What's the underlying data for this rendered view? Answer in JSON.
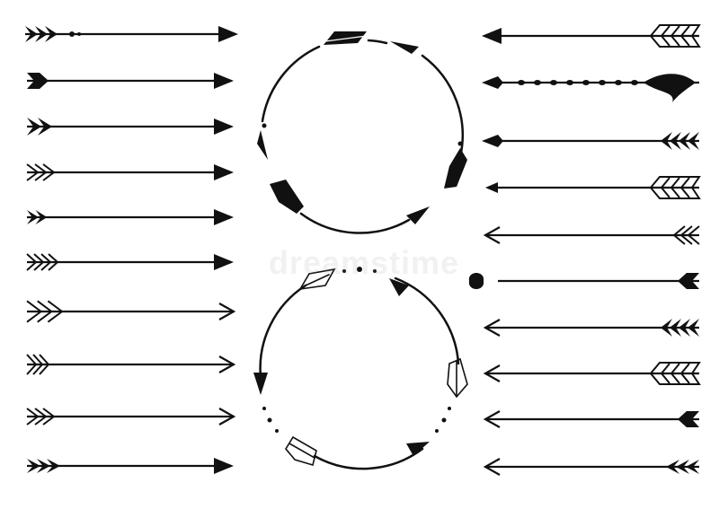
{
  "watermark": {
    "text": "dreamstime"
  },
  "colors": {
    "ink": "#111111",
    "background": "#ffffff"
  },
  "left_column": {
    "arrows": [
      {
        "name": "feathered-arrow-1",
        "head": "solid",
        "tail": "feather-dots"
      },
      {
        "name": "feathered-arrow-2",
        "head": "solid",
        "tail": "solid-notch"
      },
      {
        "name": "feathered-arrow-3",
        "head": "solid",
        "tail": "double-solid"
      },
      {
        "name": "feathered-arrow-4",
        "head": "solid",
        "tail": "triple-outline"
      },
      {
        "name": "feathered-arrow-5",
        "head": "solid",
        "tail": "double-solid-small"
      },
      {
        "name": "feathered-arrow-6",
        "head": "solid",
        "tail": "quad-chevron"
      },
      {
        "name": "feathered-arrow-7",
        "head": "open",
        "tail": "triple-outline-large"
      },
      {
        "name": "feathered-arrow-8",
        "head": "open",
        "tail": "triple-line"
      },
      {
        "name": "feathered-arrow-9",
        "head": "open",
        "tail": "triple-outline"
      },
      {
        "name": "feathered-arrow-10",
        "head": "solid",
        "tail": "triple-solid"
      }
    ]
  },
  "right_column": {
    "arrows": [
      {
        "name": "feathered-arrow-11",
        "head": "solid",
        "tail": "outline-box"
      },
      {
        "name": "feathered-arrow-12",
        "head": "spear",
        "tail": "leaf"
      },
      {
        "name": "feathered-arrow-13",
        "head": "spear",
        "tail": "feather"
      },
      {
        "name": "feathered-arrow-14",
        "head": "small",
        "tail": "outline-box"
      },
      {
        "name": "feathered-arrow-15",
        "head": "open",
        "tail": "line-chevron"
      },
      {
        "name": "feathered-arrow-16",
        "head": "heart",
        "tail": "solid-notch"
      },
      {
        "name": "feathered-arrow-17",
        "head": "open",
        "tail": "feather-solid"
      },
      {
        "name": "feathered-arrow-18",
        "head": "open",
        "tail": "outline-box"
      },
      {
        "name": "feathered-arrow-19",
        "head": "open",
        "tail": "solid-notch"
      },
      {
        "name": "feathered-arrow-20",
        "head": "open",
        "tail": "triple-solid"
      }
    ]
  },
  "circle_frames": [
    {
      "name": "arrow-circle-frame-top",
      "style": "feathered"
    },
    {
      "name": "arrow-circle-frame-bottom",
      "style": "dotted"
    }
  ]
}
